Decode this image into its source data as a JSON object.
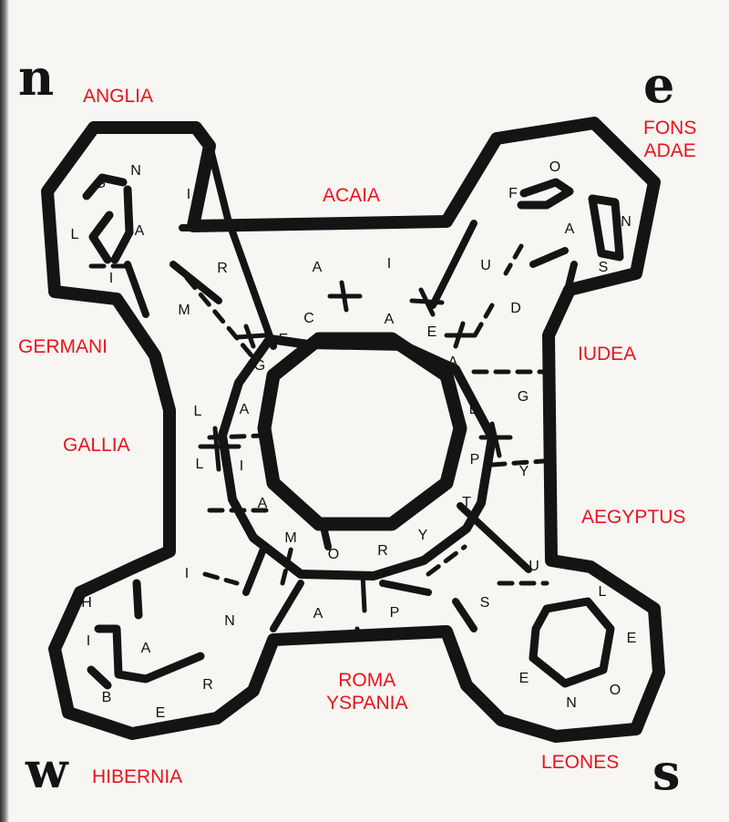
{
  "compass": {
    "north": "n",
    "east": "e",
    "west": "w",
    "south": "s"
  },
  "regions": {
    "anglia": "ANGLIA",
    "fons_adae": "FONS\nADAE",
    "acaia": "ACAIA",
    "germani": "GERMANI",
    "iudea": "IUDEA",
    "gallia": "GALLIA",
    "aegyptus": "AEGYPTUS",
    "roma_yspania": "ROMA\nYSPANIA",
    "hibernia": "HIBERNIA",
    "leones": "LEONES"
  },
  "maze_letters": {
    "nw": [
      "G",
      "N",
      "I",
      "L",
      "A",
      "R",
      "I",
      "M",
      "E"
    ],
    "top": [
      "A",
      "I",
      "U",
      "C",
      "A",
      "E",
      "D",
      "A"
    ],
    "ne": [
      "F",
      "O",
      "A",
      "N",
      "S"
    ],
    "left": [
      "G",
      "L",
      "A",
      "L",
      "I",
      "A"
    ],
    "right": [
      "E",
      "G",
      "P",
      "Y",
      "T"
    ],
    "bottom": [
      "M",
      "O",
      "R",
      "Y",
      "A",
      "P",
      "S",
      "U"
    ],
    "sw": [
      "I",
      "H",
      "N",
      "I",
      "A",
      "B",
      "E",
      "R"
    ],
    "se": [
      "L",
      "E",
      "O",
      "N",
      "E"
    ]
  },
  "colors": {
    "labels": "#e8141c",
    "walls": "#141414",
    "paper": "#f7f6f3"
  }
}
